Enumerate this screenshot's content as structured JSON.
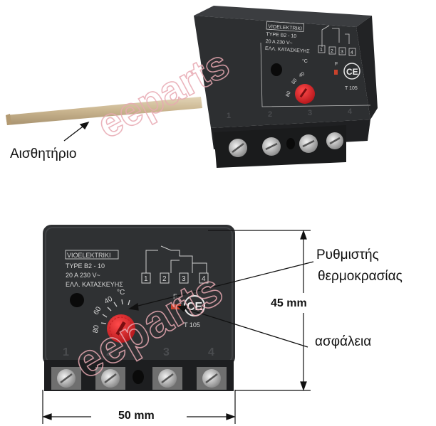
{
  "labels": {
    "sensor": "Αισθητήριο",
    "regulator_line1": "Ρυθμιστής",
    "regulator_line2": "θερμοκρασίας",
    "fuse": "ασφάλεια",
    "height": "45 mm",
    "width": "50 mm"
  },
  "watermark": "eeparts",
  "plate": {
    "brand": "VIOELEKTRIKI",
    "type": "TYPE B2 - 10",
    "rating": "20 A 230 V~",
    "origin": "ΕΛΛ. ΚΑΤΑΣΚΕΥΗΣ",
    "unit": "°C",
    "dial_ticks": [
      "80",
      "60",
      "40"
    ],
    "fuse_mark": "F",
    "ce": "CE",
    "model": "T 105",
    "terminals": [
      "1",
      "2",
      "3",
      "4"
    ]
  },
  "colors": {
    "housing": "#2f3133",
    "dial": "#d8262b",
    "rod": "#c9b48e",
    "watermark": "#e8a9b2"
  }
}
